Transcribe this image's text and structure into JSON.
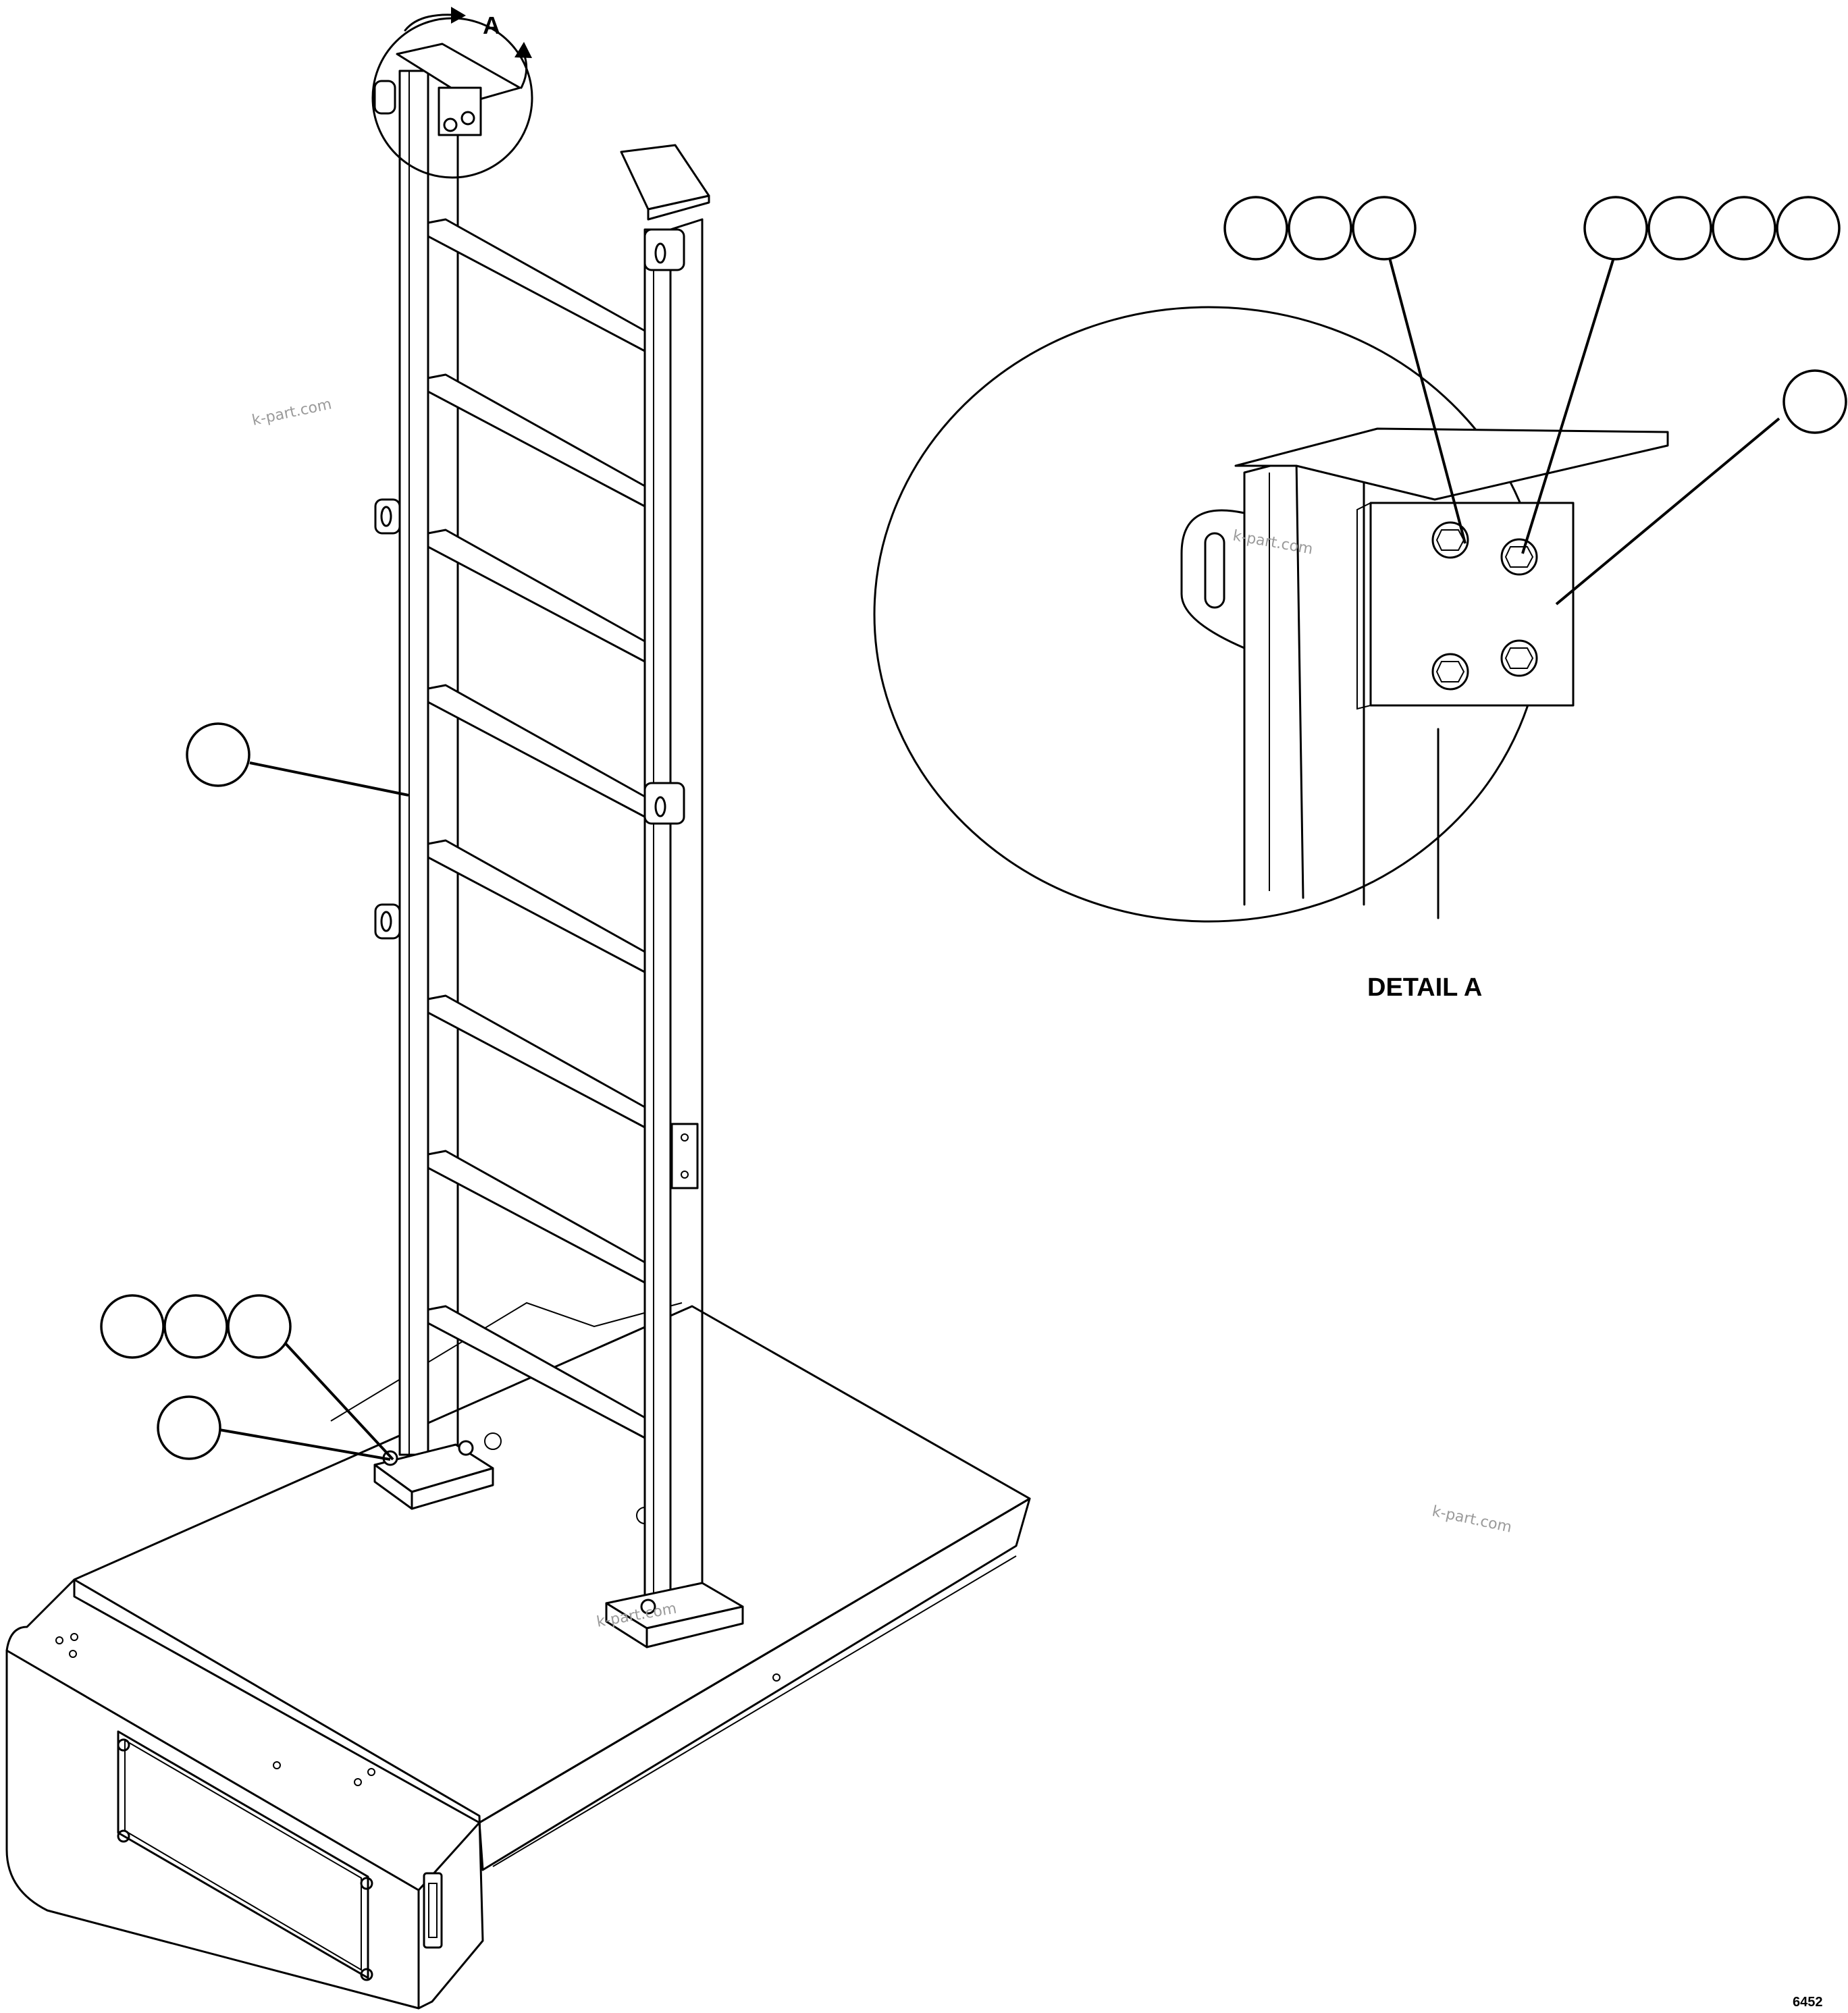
{
  "view_marker": {
    "label": "A"
  },
  "detail": {
    "title": "DETAIL A"
  },
  "drawing_number": "6452",
  "watermarks": [
    "k-part.com",
    "k-part.com",
    "k-part.com",
    "k-part.com"
  ],
  "callout_groups": {
    "detail_left": {
      "count": 3
    },
    "detail_right": {
      "count": 4
    },
    "detail_bracket": {
      "count": 1
    },
    "ladder_rail": {
      "count": 1
    },
    "base_hardware": {
      "count": 3
    },
    "base_foot": {
      "count": 1
    }
  },
  "ladder": {
    "rung_count": 8
  }
}
